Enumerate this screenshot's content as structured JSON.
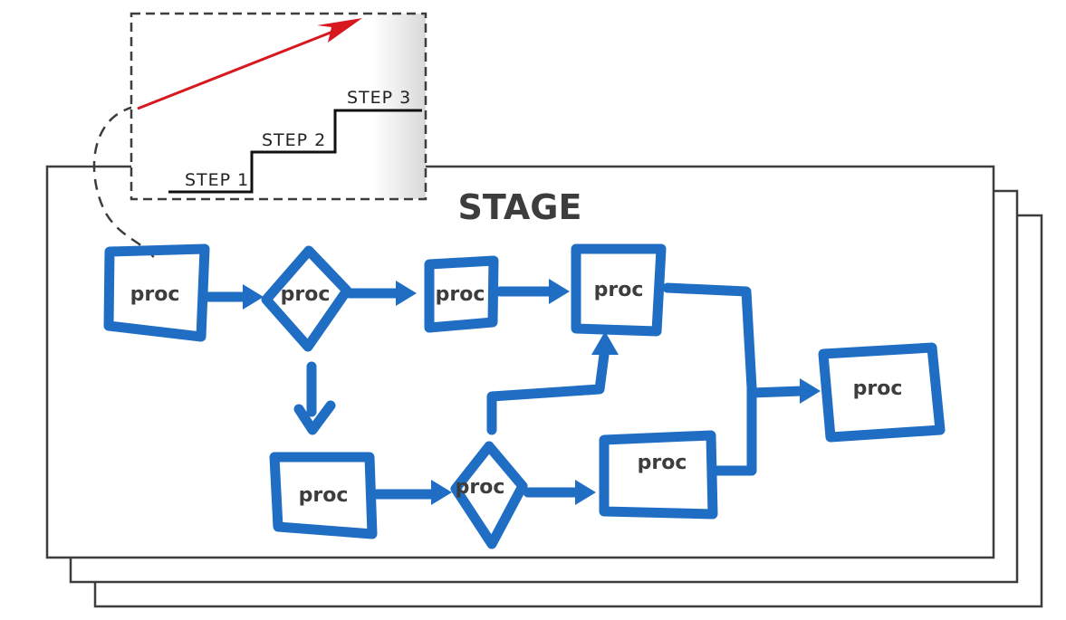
{
  "stage": {
    "title": "STAGE"
  },
  "steps": [
    "STEP 1",
    "STEP 2",
    "STEP 3"
  ],
  "nodes": [
    {
      "id": "n1",
      "label": "proc",
      "shape": "box"
    },
    {
      "id": "n2",
      "label": "proc",
      "shape": "diamond"
    },
    {
      "id": "n3",
      "label": "proc",
      "shape": "box"
    },
    {
      "id": "n4",
      "label": "proc",
      "shape": "box"
    },
    {
      "id": "n5",
      "label": "proc",
      "shape": "box"
    },
    {
      "id": "n6",
      "label": "proc",
      "shape": "diamond"
    },
    {
      "id": "n7",
      "label": "proc",
      "shape": "box"
    },
    {
      "id": "n8",
      "label": "proc",
      "shape": "box"
    }
  ],
  "colors": {
    "stroke": "#1f6ec4",
    "arrow_red": "#d7181f",
    "frame": "#3d3d3d"
  }
}
